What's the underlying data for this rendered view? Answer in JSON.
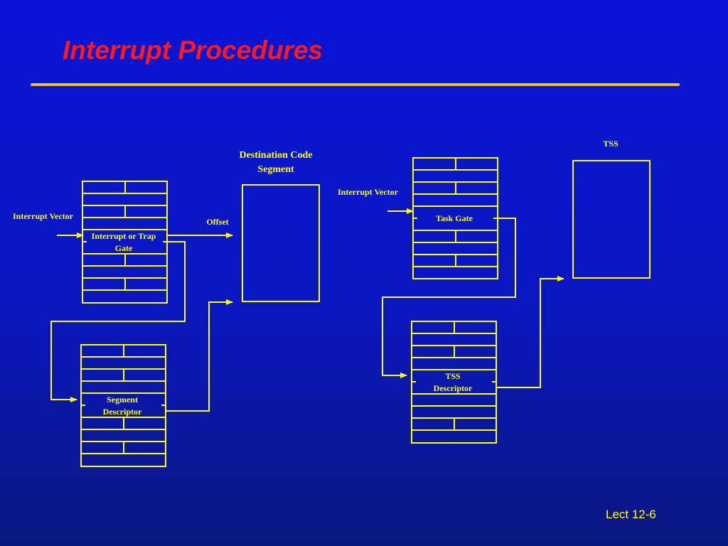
{
  "slide": {
    "title": "Interrupt Procedures",
    "footer": "Lect 12-6"
  },
  "colors": {
    "background": "#0a14d6",
    "title": "#ff1a1a",
    "rule": "#f2c21b",
    "diagram": "#ffff00"
  },
  "left": {
    "interrupt_vector_label": "Interrupt Vector",
    "gate_label_1": "Interrupt or Trap",
    "gate_label_2": "Gate",
    "segment_label_1": "Segment",
    "segment_label_2": "Descriptor",
    "offset_label": "Offset",
    "dest_label_1": "Destination Code",
    "dest_label_2": "Segment"
  },
  "right": {
    "interrupt_vector_label": "Interrupt Vector",
    "task_gate_label": "Task Gate",
    "tss_descriptor_label_1": "TSS",
    "tss_descriptor_label_2": "Descriptor",
    "tss_label": "TSS"
  }
}
